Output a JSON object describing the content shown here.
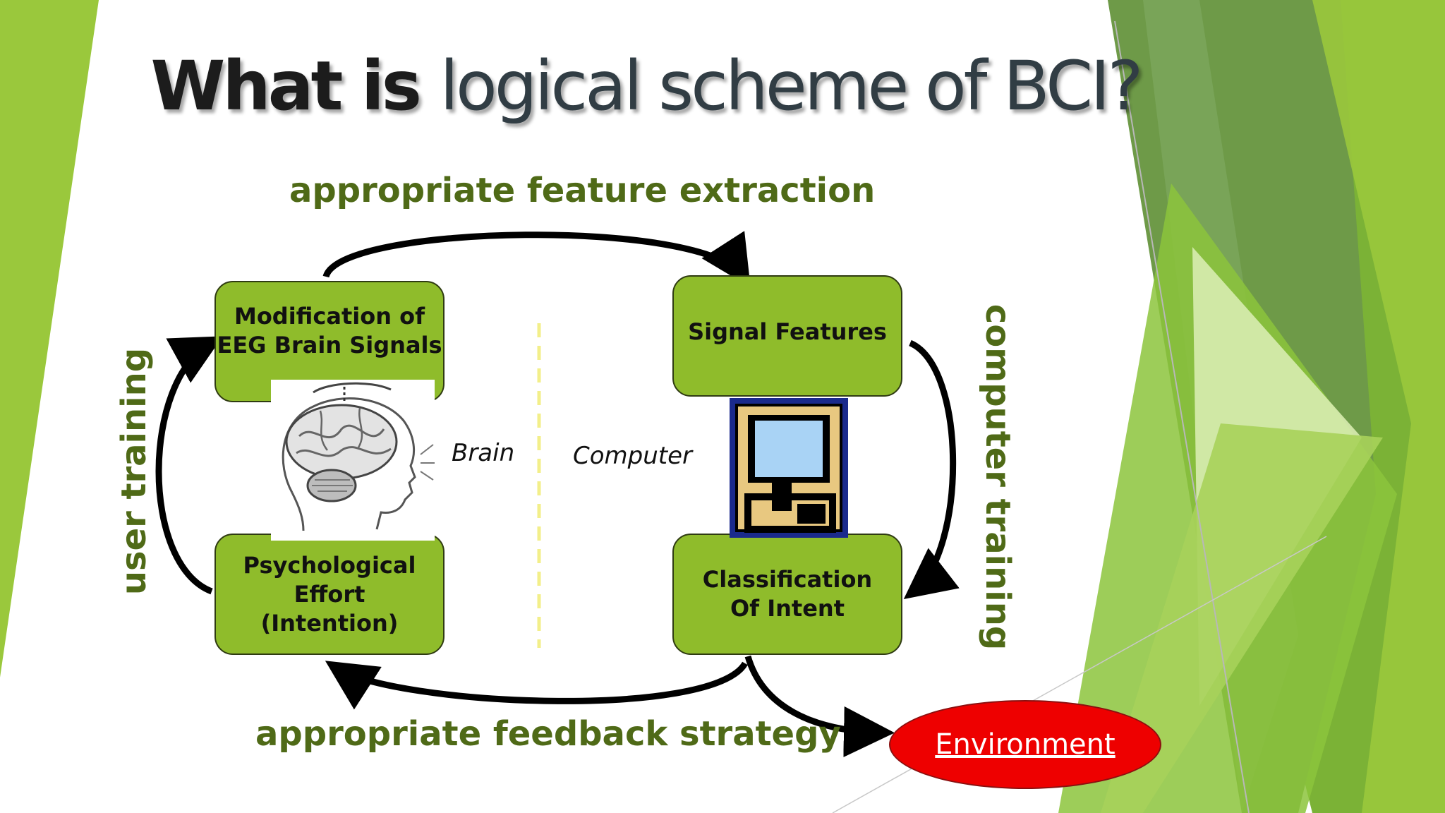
{
  "slide": {
    "title_part1": "What is ",
    "title_part2": "logical scheme of BCI?"
  },
  "diagram": {
    "nodes": {
      "eeg": "Modification of\nEEG Brain Signals",
      "features": "Signal Features",
      "classification": "Classification\nOf Intent",
      "effort": "Psychological\nEffort\n(Intention)",
      "environment": "Environment"
    },
    "edge_labels": {
      "top": "appropriate feature extraction",
      "bottom": "appropriate feedback strategy",
      "left": "user training",
      "right": "computer training"
    },
    "region_labels": {
      "brain": "Brain",
      "computer": "Computer"
    }
  },
  "colors": {
    "box_green": "#8fbc2b",
    "label_green": "#4f6a17",
    "environment_red": "#ee0000",
    "divider_yellow": "#f3ef8a"
  },
  "icons": [
    "brain-illustration-icon",
    "computer-chip-icon"
  ]
}
